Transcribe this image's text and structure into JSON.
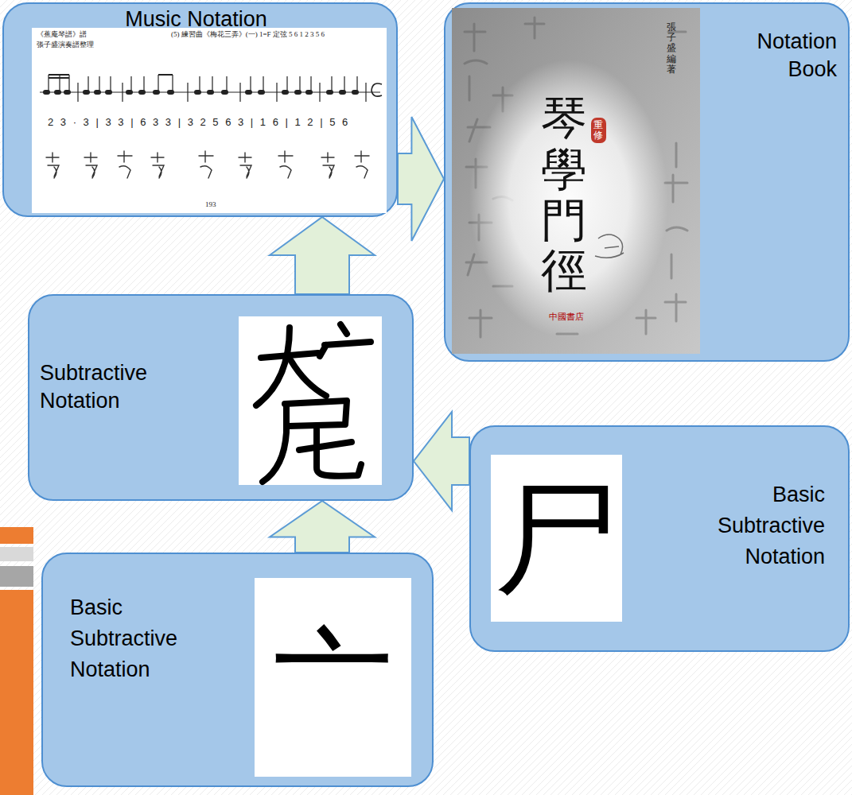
{
  "diagram": {
    "nodes": [
      {
        "text": [
          "Music Notation"
        ]
      },
      {
        "text": [
          "Notation Book"
        ]
      },
      {
        "text": [
          "Subtractive Notation"
        ]
      },
      {
        "text": [
          "尸",
          "Basic Subtractive Notation"
        ]
      },
      {
        "text": [
          "Basic Subtractive Notation",
          "亠"
        ]
      }
    ],
    "edges": [
      {
        "from": 0,
        "to": 1,
        "arrow": "to"
      },
      {
        "from": 2,
        "to": 0,
        "arrow": "to"
      },
      {
        "from": 3,
        "to": 2,
        "arrow": "to"
      },
      {
        "from": 4,
        "to": 2,
        "arrow": "to"
      }
    ],
    "labels": [
      "《蕉庵琴譜》譜",
      "張子盛演奏譜整理",
      "(5) 練習曲《梅花三弄》(一) 1=F 定弦 5 6 1 2 3 5 6",
      "2 3 · 3 | 3 3 | 6 3 3 | 3 2 5 6 3 | 1 6 | 1 2 | 5 6",
      "193",
      "重修",
      "琴學門徑",
      "張子盛 編著",
      "中國書店"
    ]
  }
}
